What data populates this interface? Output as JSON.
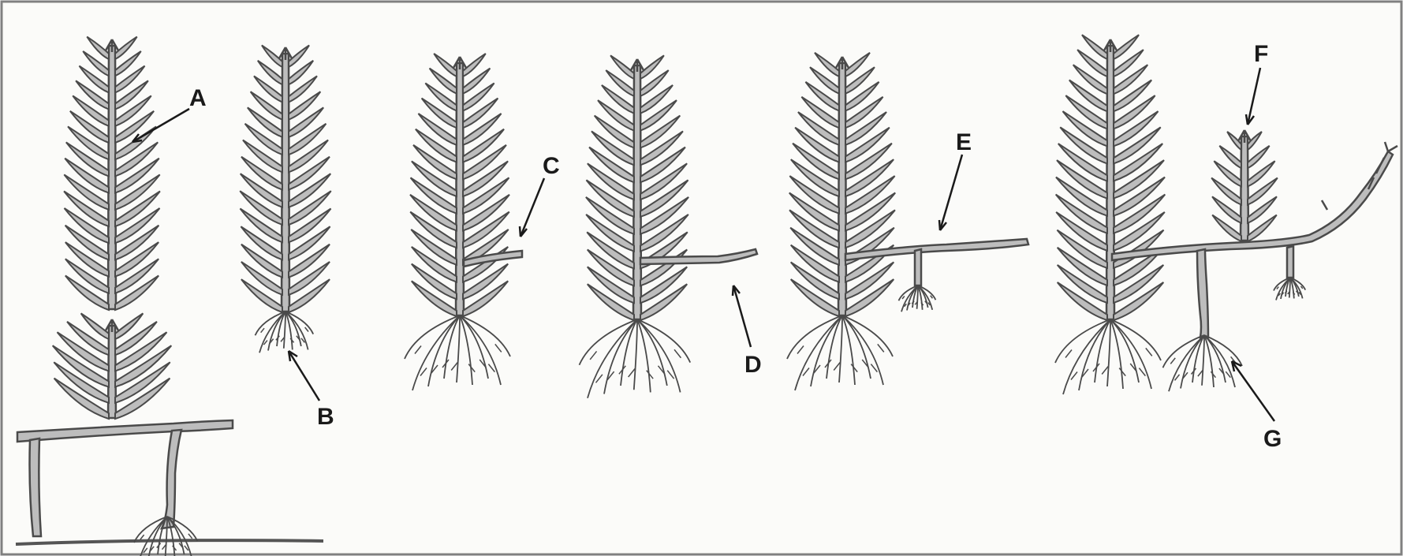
{
  "figure": {
    "labels": {
      "a": "A",
      "b": "B",
      "c": "C",
      "d": "D",
      "e": "E",
      "f": "F",
      "g": "G"
    },
    "colors": {
      "frame": "#808080",
      "frond_fill": "#bdbdbd",
      "frond_outline": "#4a4a4a",
      "ink": "#1a1a1a",
      "background": "#fbfbf9"
    },
    "stages": [
      "mature-plant-with-runner-and-daughter",
      "single-plant-with-roots",
      "plant-with-runner-bud",
      "plant-with-growing-runner",
      "runner-with-node-and-roots",
      "runner-with-daughter-plant"
    ]
  }
}
